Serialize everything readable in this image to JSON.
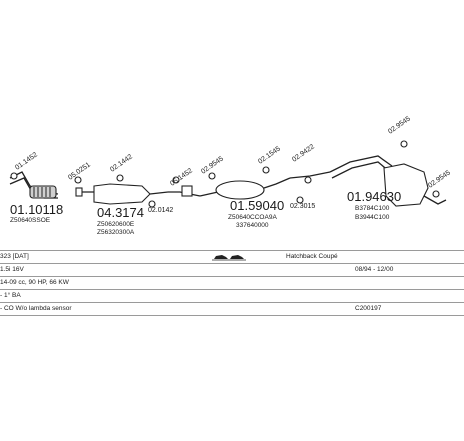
{
  "parts": {
    "front_pipe": {
      "number": "01.10118",
      "code": "Z50640SSOE",
      "bolt": "01.1452"
    },
    "catalyst": {
      "number": "04.3174",
      "codes": [
        "Z50620600E",
        "Z56320300A"
      ],
      "bolt_a": "05.0251",
      "bolt_b": "02.1442",
      "bolt_c": "02.0142"
    },
    "middle": {
      "number": "01.59040",
      "codes": [
        "Z50640CCOA9A",
        "337640000"
      ],
      "bolt_a": "05.1452",
      "bolt_b": "02.9545"
    },
    "rear": {
      "number": "01.94630",
      "codes": [
        "B3784C100",
        "B3944C100"
      ],
      "bolt_a": "02.9545",
      "bolt_b": "02.9422",
      "bolt_c": "02.1545",
      "bolt_d": "02.3015",
      "bolt_e": "02.9545"
    }
  },
  "table": {
    "row1": {
      "col1": "323 [DAT]",
      "col2": "Hatchback Coupé"
    },
    "row2": {
      "col1": "1.5i 16V",
      "col2": "08/94 - 12/00"
    },
    "row3": {
      "col1": "14-09 cc, 90 HP, 66 KW"
    },
    "row4": {
      "col1": "- 1° BA"
    },
    "row5": {
      "col1": "- CO W/o lambda sensor",
      "col2": "C200197"
    }
  }
}
